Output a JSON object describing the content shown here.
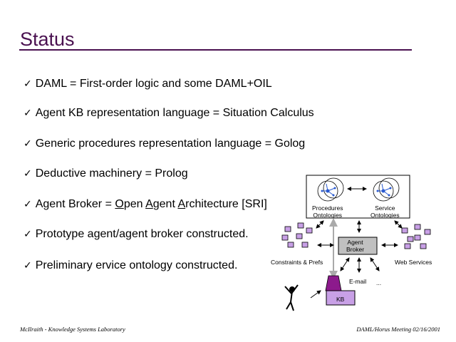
{
  "slide": {
    "title": "Status",
    "colors": {
      "title": "#4a1150",
      "broker_box": "#c0c0c0",
      "kb_box": "#c8a0e6",
      "kb_agent": "#8c1a8c",
      "agent_icon": "#c8a0e6",
      "ontology_nodes": "#2a5ad0"
    },
    "bullets": [
      {
        "check": "✓",
        "text": "DAML = First-order logic and some DAML+OIL"
      },
      {
        "check": "✓",
        "text": "Agent KB representation language = Situation Calculus"
      },
      {
        "check": "✓",
        "text": "Generic procedures representation language = Golog"
      },
      {
        "check": "✓",
        "text": "Deductive machinery = Prolog"
      },
      {
        "check": "✓",
        "parts": [
          "Agent Broker = ",
          "O",
          "pen ",
          "A",
          "gent ",
          "A",
          "rchitecture [SRI]"
        ]
      },
      {
        "check": "✓",
        "text": "Prototype agent/agent broker constructed."
      },
      {
        "check": "✓",
        "text": "Preliminary ervice ontology constructed."
      }
    ]
  },
  "diagram": {
    "procedures_ontologies": [
      "Procedures",
      "Ontologies"
    ],
    "service_ontologies": [
      "Service",
      "Ontologies"
    ],
    "agent_broker": [
      "Agent",
      "Broker"
    ],
    "constraints_prefs": "Constraints & Prefs",
    "web_services": "Web Services",
    "email": "E-mail",
    "ellipsis": "...",
    "kb": "KB"
  },
  "footer": {
    "left": "McIlraith - Knowledge Systems Laboratory",
    "right": "DAML/Horus Meeting 02/16/2001"
  }
}
